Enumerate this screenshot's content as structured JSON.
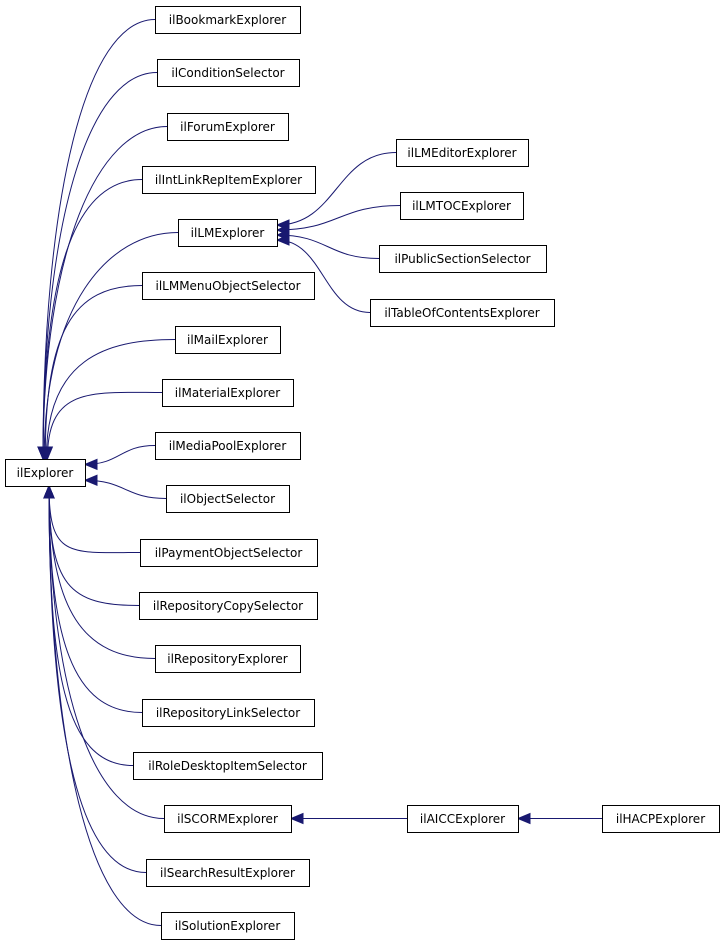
{
  "colors": {
    "edge": "#191970",
    "node_border": "#000000",
    "node_fill": "#ffffff",
    "text": "#000000"
  },
  "nodes": [
    {
      "id": "ilExplorer",
      "label": "ilExplorer"
    },
    {
      "id": "ilBookmarkExplorer",
      "label": "ilBookmarkExplorer"
    },
    {
      "id": "ilConditionSelector",
      "label": "ilConditionSelector"
    },
    {
      "id": "ilForumExplorer",
      "label": "ilForumExplorer"
    },
    {
      "id": "ilIntLinkRepItemExplorer",
      "label": "ilIntLinkRepItemExplorer"
    },
    {
      "id": "ilLMExplorer",
      "label": "ilLMExplorer"
    },
    {
      "id": "ilLMMenuObjectSelector",
      "label": "ilLMMenuObjectSelector"
    },
    {
      "id": "ilMailExplorer",
      "label": "ilMailExplorer"
    },
    {
      "id": "ilMaterialExplorer",
      "label": "ilMaterialExplorer"
    },
    {
      "id": "ilMediaPoolExplorer",
      "label": "ilMediaPoolExplorer"
    },
    {
      "id": "ilObjectSelector",
      "label": "ilObjectSelector"
    },
    {
      "id": "ilPaymentObjectSelector",
      "label": "ilPaymentObjectSelector"
    },
    {
      "id": "ilRepositoryCopySelector",
      "label": "ilRepositoryCopySelector"
    },
    {
      "id": "ilRepositoryExplorer",
      "label": "ilRepositoryExplorer"
    },
    {
      "id": "ilRepositoryLinkSelector",
      "label": "ilRepositoryLinkSelector"
    },
    {
      "id": "ilRoleDesktopItemSelector",
      "label": "ilRoleDesktopItemSelector"
    },
    {
      "id": "ilSCORMExplorer",
      "label": "ilSCORMExplorer"
    },
    {
      "id": "ilSearchResultExplorer",
      "label": "ilSearchResultExplorer"
    },
    {
      "id": "ilSolutionExplorer",
      "label": "ilSolutionExplorer"
    },
    {
      "id": "ilLMEditorExplorer",
      "label": "ilLMEditorExplorer"
    },
    {
      "id": "ilLMTOCExplorer",
      "label": "ilLMTOCExplorer"
    },
    {
      "id": "ilPublicSectionSelector",
      "label": "ilPublicSectionSelector"
    },
    {
      "id": "ilTableOfContentsExplorer",
      "label": "ilTableOfContentsExplorer"
    },
    {
      "id": "ilAICCExplorer",
      "label": "ilAICCExplorer"
    },
    {
      "id": "ilHACPExplorer",
      "label": "ilHACPExplorer"
    }
  ],
  "edges": [
    {
      "from": "ilBookmarkExplorer",
      "to": "ilExplorer"
    },
    {
      "from": "ilConditionSelector",
      "to": "ilExplorer"
    },
    {
      "from": "ilForumExplorer",
      "to": "ilExplorer"
    },
    {
      "from": "ilIntLinkRepItemExplorer",
      "to": "ilExplorer"
    },
    {
      "from": "ilLMExplorer",
      "to": "ilExplorer"
    },
    {
      "from": "ilLMMenuObjectSelector",
      "to": "ilExplorer"
    },
    {
      "from": "ilMailExplorer",
      "to": "ilExplorer"
    },
    {
      "from": "ilMaterialExplorer",
      "to": "ilExplorer"
    },
    {
      "from": "ilMediaPoolExplorer",
      "to": "ilExplorer"
    },
    {
      "from": "ilObjectSelector",
      "to": "ilExplorer"
    },
    {
      "from": "ilPaymentObjectSelector",
      "to": "ilExplorer"
    },
    {
      "from": "ilRepositoryCopySelector",
      "to": "ilExplorer"
    },
    {
      "from": "ilRepositoryExplorer",
      "to": "ilExplorer"
    },
    {
      "from": "ilRepositoryLinkSelector",
      "to": "ilExplorer"
    },
    {
      "from": "ilRoleDesktopItemSelector",
      "to": "ilExplorer"
    },
    {
      "from": "ilSCORMExplorer",
      "to": "ilExplorer"
    },
    {
      "from": "ilSearchResultExplorer",
      "to": "ilExplorer"
    },
    {
      "from": "ilSolutionExplorer",
      "to": "ilExplorer"
    },
    {
      "from": "ilLMEditorExplorer",
      "to": "ilLMExplorer"
    },
    {
      "from": "ilLMTOCExplorer",
      "to": "ilLMExplorer"
    },
    {
      "from": "ilPublicSectionSelector",
      "to": "ilLMExplorer"
    },
    {
      "from": "ilTableOfContentsExplorer",
      "to": "ilLMExplorer"
    },
    {
      "from": "ilAICCExplorer",
      "to": "ilSCORMExplorer"
    },
    {
      "from": "ilHACPExplorer",
      "to": "ilAICCExplorer"
    }
  ]
}
